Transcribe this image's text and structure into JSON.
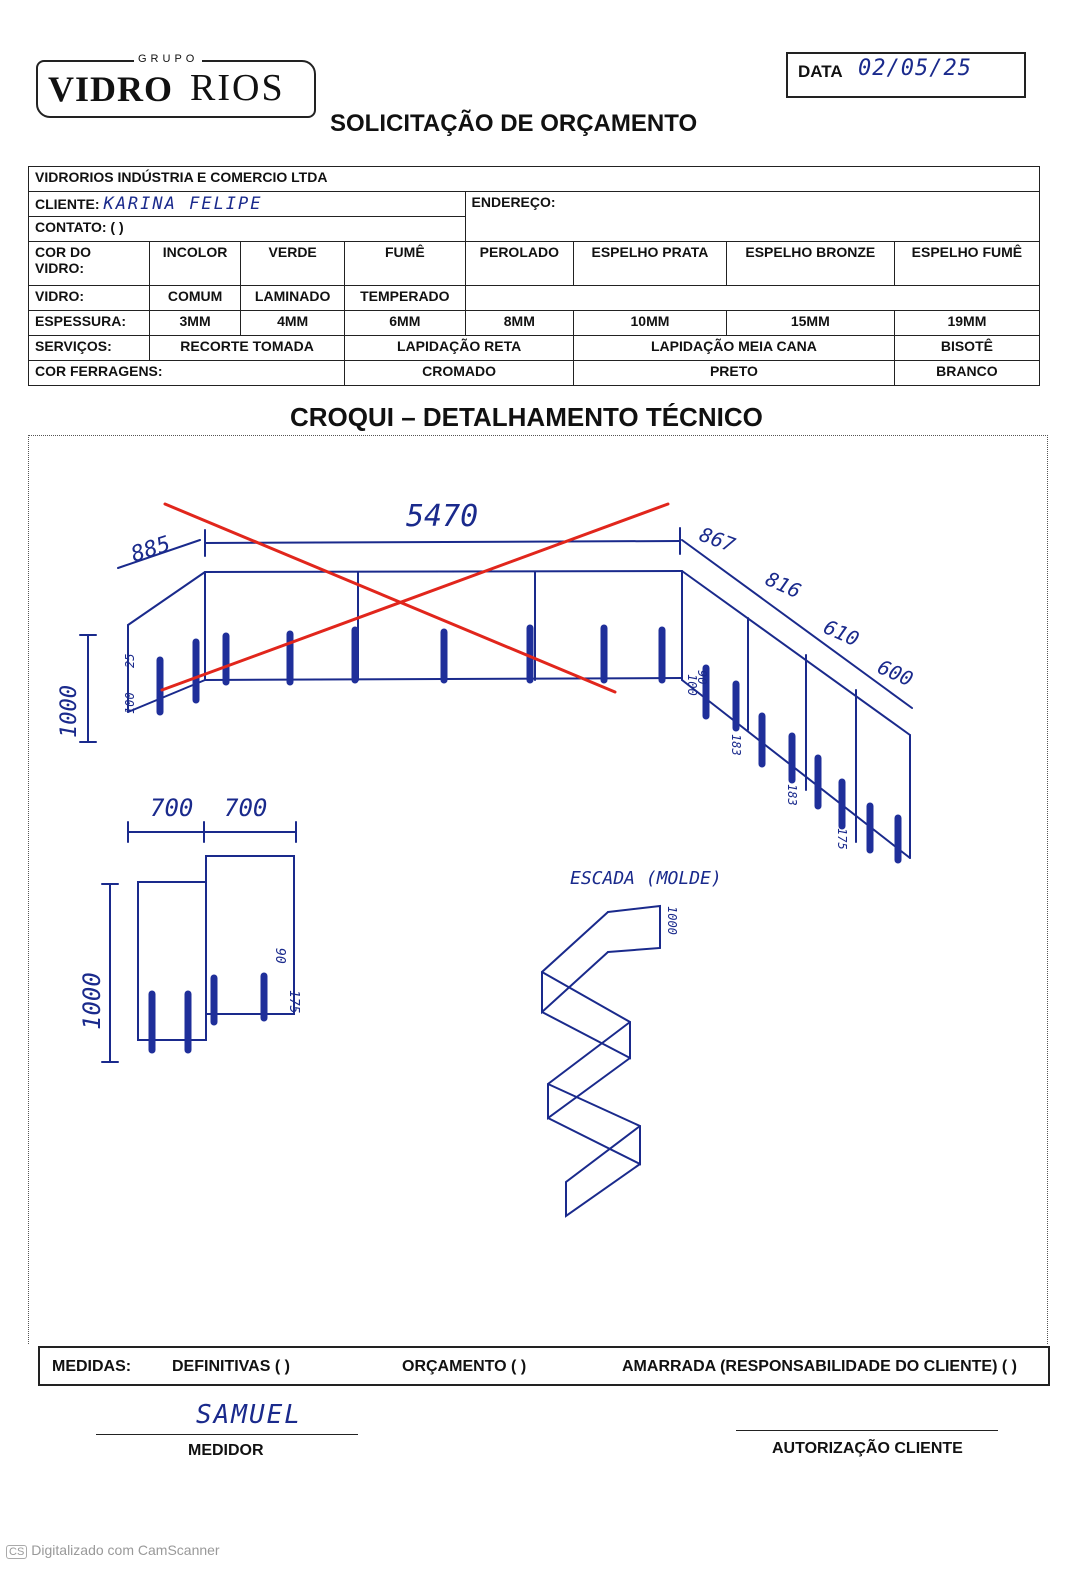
{
  "header": {
    "logo_top": "GRUPO",
    "logo_bold": "VIDRO",
    "logo_light": "RIOS",
    "date_label": "DATA",
    "date_value": "02/05/25",
    "title": "SOLICITAÇÃO DE ORÇAMENTO"
  },
  "form": {
    "company": "VIDRORIOS INDÚSTRIA E COMERCIO LTDA",
    "client_label": "CLIENTE:",
    "client_value": "KARINA FELIPE",
    "address_label": "ENDEREÇO:",
    "contact_label": "CONTATO: (    )",
    "color_label": "COR DO VIDRO:",
    "colors": [
      "INCOLOR",
      "VERDE",
      "FUMÊ",
      "PEROLADO",
      "ESPELHO PRATA",
      "ESPELHO BRONZE",
      "ESPELHO FUMÊ"
    ],
    "glass_label": "VIDRO:",
    "glass_types": [
      "COMUM",
      "LAMINADO",
      "TEMPERADO"
    ],
    "thickness_label": "ESPESSURA:",
    "thicknesses": [
      "3MM",
      "4MM",
      "6MM",
      "8MM",
      "10MM",
      "15MM",
      "19MM"
    ],
    "services_label": "SERVIÇOS:",
    "services": [
      "RECORTE TOMADA",
      "LAPIDAÇÃO RETA",
      "LAPIDAÇÃO MEIA CANA",
      "BISOTÊ"
    ],
    "hardware_label": "COR FERRAGENS:",
    "hardware": [
      "CROMADO",
      "PRETO",
      "BRANCO"
    ]
  },
  "croqui": {
    "title": "CROQUI – DETALHAMENTO TÉCNICO",
    "dims": {
      "top_total": "5470",
      "left_top": "885",
      "right_1": "867",
      "right_2": "816",
      "right_3": "610",
      "right_4": "600",
      "left_height": "1000",
      "small_25": "25",
      "small_100": "100",
      "r_90": "90",
      "r_100": "100",
      "r_183a": "183",
      "r_183b": "183",
      "r_175": "175",
      "lower_w1": "700",
      "lower_w2": "700",
      "lower_height": "1000",
      "lower_90": "90",
      "lower_175": "175",
      "stair_label": "ESCADA (MOLDE)",
      "stair_height": "1000"
    }
  },
  "footer": {
    "medidas_label": "MEDIDAS:",
    "definitivas": "DEFINITIVAS (   )",
    "orcamento": "ORÇAMENTO (   )",
    "amarrada": "AMARRADA (RESPONSABILIDADE DO CLIENTE) (   )",
    "medidor_signature": "SAMUEL",
    "medidor_label": "MEDIDOR",
    "autorizacao_label": "AUTORIZAÇÃO CLIENTE"
  },
  "watermark": "Digitalizado com CamScanner"
}
